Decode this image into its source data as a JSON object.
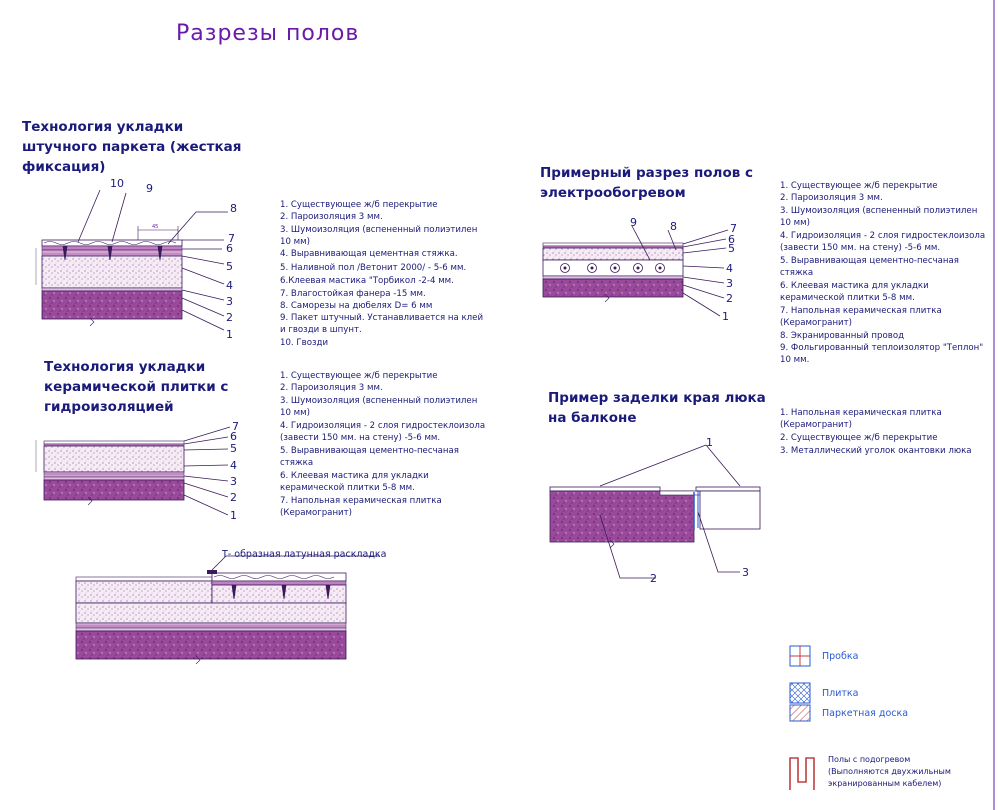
{
  "page_title": "Разрезы полов",
  "parquet": {
    "heading_lines": [
      "Технология укладки",
      "штучного паркета (жесткая",
      "фиксация)"
    ],
    "legend": [
      "1. Существующее ж/б  перекрытие",
      "2. Пароизоляция 3 мм.",
      "3. Шумоизоляция (вспененный полиэтилен",
      "10 мм)",
      "4. Выравнивающая цементная стяжка.",
      "5. Наливной пол /Ветонит 2000/ - 5-6 мм.",
      "6.Клеевая мастика \"Торбикол -2-4 мм.",
      "7. Влагостойкая фанера -15 мм.",
      "8. Саморезы на дюбелях  D= 6 мм",
      "9. Пакет штучный. Устанавливается на клей",
      "и гвозди в шпунт.",
      "10. Гвозди"
    ],
    "labels": [
      "10",
      "9",
      "8",
      "7",
      "6",
      "5",
      "4",
      "3",
      "2",
      "1"
    ],
    "dimension": "45"
  },
  "ceramic": {
    "heading_lines": [
      "Технология укладки",
      "керамической плитки с",
      "гидроизоляцией"
    ],
    "legend": [
      "1. Существующее ж/б  перекрытие",
      "2. Пароизоляция 3 мм.",
      "3. Шумоизоляция (вспененный полиэтилен",
      "10 мм)",
      "4. Гидроизоляция - 2 слоя гидростеклоизола",
      "(завести 150 мм. на стену) -5-6 мм.",
      "5. Выравнивающая цементно-песчаная",
      "стяжка",
      "6.  Клеевая мастика для укладки",
      "керамической плитки 5-8 мм.",
      "7. Напольная керамическая плитка",
      "(Керамогранит)"
    ],
    "labels": [
      "7",
      "6",
      "5",
      "4",
      "3",
      "2",
      "1"
    ]
  },
  "transition": {
    "label": "Т- образная латунная раскладка"
  },
  "heated": {
    "heading_lines": [
      "Примерный разрез полов с",
      "электрообогревом"
    ],
    "legend": [
      "1. Существующее ж/б  перекрытие",
      "2. Пароизоляция 3 мм.",
      "3. Шумоизоляция (вспененный полиэтилен",
      "10 мм)",
      "4. Гидроизоляция - 2 слоя гидростеклоизола",
      "(завести 150 мм. на стену) -5-6 мм.",
      "5. Выравнивающая цементно-песчаная",
      "стяжка",
      "6.  Клеевая мастика для укладки",
      "керамической плитки 5-8 мм.",
      "7. Напольная керамическая плитка",
      "(Керамогранит)",
      "8. Экранированный провод",
      "9. Фольгированный теплоизолятор \"Теплон\"",
      "10 мм."
    ],
    "labels": [
      "9",
      "8",
      "7",
      "6",
      "5",
      "4",
      "3",
      "2",
      "1"
    ]
  },
  "hatch": {
    "heading_lines": [
      "Пример заделки края люка",
      "на балконе"
    ],
    "legend": [
      "1. Напольная керамическая плитка",
      "(Керамогранит)",
      "2. Существующее ж/б  перекрытие",
      "3. Металлический уголок окантовки люка"
    ],
    "labels": [
      "1",
      "2",
      "3"
    ]
  },
  "key": {
    "items": [
      "Пробка",
      "Плитка",
      "Паркетная доска"
    ],
    "note_lines": [
      "Полы с подогревом",
      "(Выполняются двухжильным",
      "экранированным кабелем)"
    ]
  },
  "colors": {
    "ink": "#1a1a7a",
    "title": "#6a1aa8",
    "concrete": "#8a3a8a",
    "screed": "#b77ab7",
    "legend_blue": "#2a5ad0"
  }
}
